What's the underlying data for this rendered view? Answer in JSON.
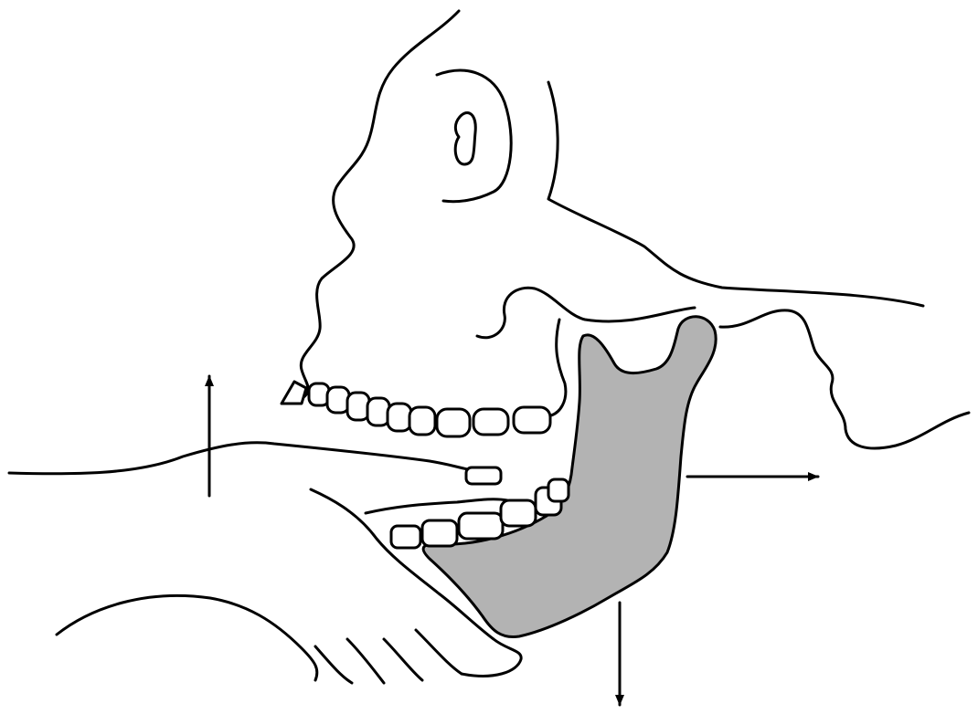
{
  "diagram": {
    "colors": {
      "background": "#ffffff",
      "line": "#000000",
      "mandible_fill": "#b3b3b3"
    },
    "regions": [
      "skull",
      "mandible",
      "upper-teeth",
      "lower-teeth",
      "hand",
      "lower-lip"
    ],
    "arrows": [
      {
        "direction": "up"
      },
      {
        "direction": "right"
      },
      {
        "direction": "down"
      }
    ]
  }
}
